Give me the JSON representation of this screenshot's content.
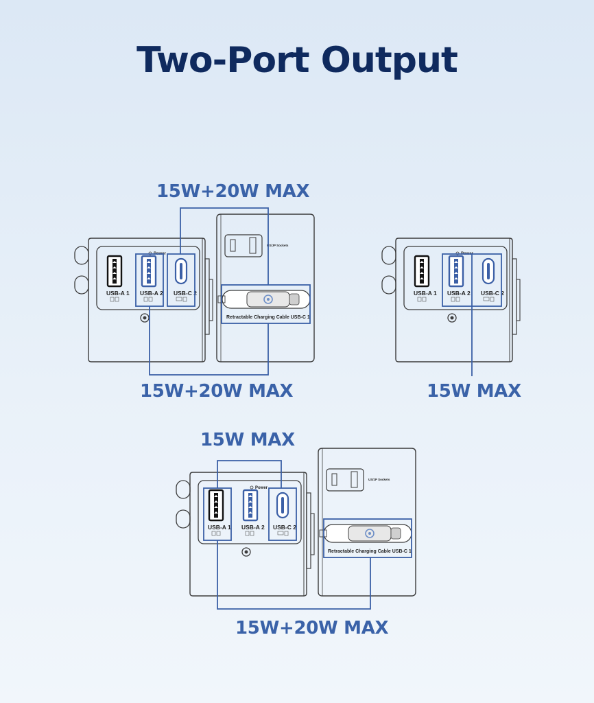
{
  "title": "Two-Port Output",
  "device": {
    "power_label": "Power",
    "ports": {
      "usb_a1": "USB-A 1",
      "usb_a2": "USB-A 2",
      "usb_c2": "USB-C 2"
    },
    "cable_label": "Retractable Charging Cable  USB-C 1",
    "plug_tag": "US/JP Sockets"
  },
  "scenarios": [
    {
      "name": "usb-a2-usb-c2-and-cable",
      "top_label": "15W+20W MAX",
      "bottom_label": "15W+20W MAX"
    },
    {
      "name": "single-port",
      "bottom_label": "15W MAX"
    },
    {
      "name": "usb-a1-usb-c2-and-cable",
      "top_label": "15W MAX",
      "bottom_label": "15W+20W MAX"
    }
  ],
  "colors": {
    "title": "#0f2a5e",
    "label": "#3a62a8",
    "line": "#3a5fa6",
    "device_stroke": "#3b3b3b"
  }
}
